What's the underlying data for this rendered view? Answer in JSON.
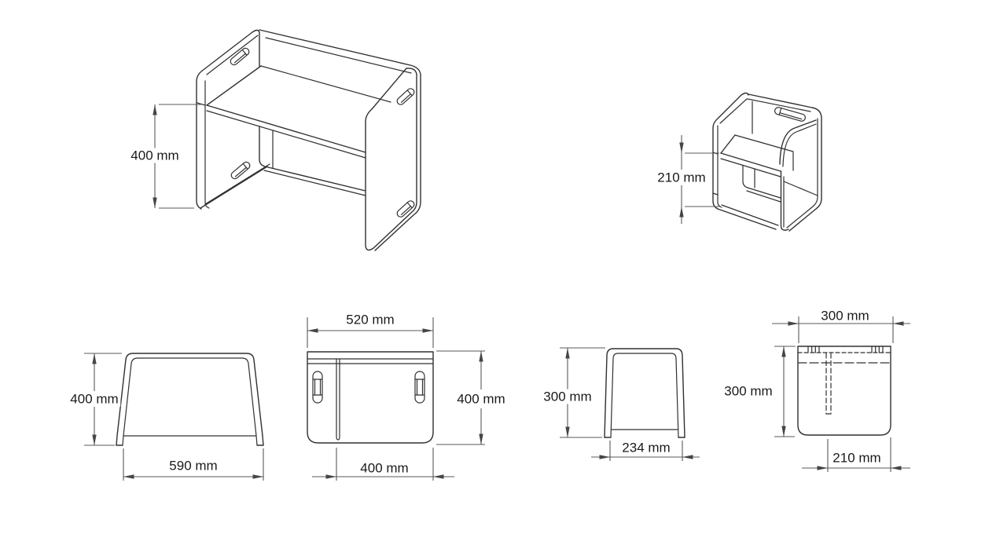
{
  "page": {
    "background": "#ffffff",
    "unit": "mm",
    "description": "Technical dimension drawing of a cube table and cube chair: two isometric views (top) and four orthographic views (bottom)"
  },
  "colors": {
    "geometry_line": "#303030",
    "dimension_line": "#595959",
    "label_text": "#1a1a1a"
  },
  "views": {
    "table_isometric": {
      "title": "table-isometric-view",
      "dimensions": {
        "height": {
          "label": "400 mm",
          "value": 400,
          "unit": "mm",
          "axis": "vertical"
        }
      }
    },
    "chair_isometric": {
      "title": "chair-isometric-view",
      "dimensions": {
        "seat_height": {
          "label": "210 mm",
          "value": 210,
          "unit": "mm",
          "axis": "vertical"
        }
      }
    },
    "table_side": {
      "title": "table-side-view",
      "dimensions": {
        "height": {
          "label": "400 mm",
          "value": 400,
          "unit": "mm",
          "axis": "vertical"
        },
        "width": {
          "label": "590 mm",
          "value": 590,
          "unit": "mm",
          "axis": "horizontal"
        }
      }
    },
    "table_front": {
      "title": "table-front-view",
      "dimensions": {
        "top_width": {
          "label": "520 mm",
          "value": 520,
          "unit": "mm",
          "axis": "horizontal"
        },
        "height": {
          "label": "400 mm",
          "value": 400,
          "unit": "mm",
          "axis": "vertical"
        },
        "bottom_width": {
          "label": "400 mm",
          "value": 400,
          "unit": "mm",
          "axis": "horizontal"
        }
      }
    },
    "chair_side": {
      "title": "chair-side-view",
      "dimensions": {
        "height": {
          "label": "300 mm",
          "value": 300,
          "unit": "mm",
          "axis": "vertical"
        },
        "width": {
          "label": "234 mm",
          "value": 234,
          "unit": "mm",
          "axis": "horizontal"
        }
      }
    },
    "chair_front": {
      "title": "chair-front-view",
      "dimensions": {
        "top_width": {
          "label": "300 mm",
          "value": 300,
          "unit": "mm",
          "axis": "horizontal"
        },
        "height": {
          "label": "300 mm",
          "value": 300,
          "unit": "mm",
          "axis": "vertical"
        },
        "bottom_width": {
          "label": "210 mm",
          "value": 210,
          "unit": "mm",
          "axis": "horizontal"
        }
      }
    }
  }
}
